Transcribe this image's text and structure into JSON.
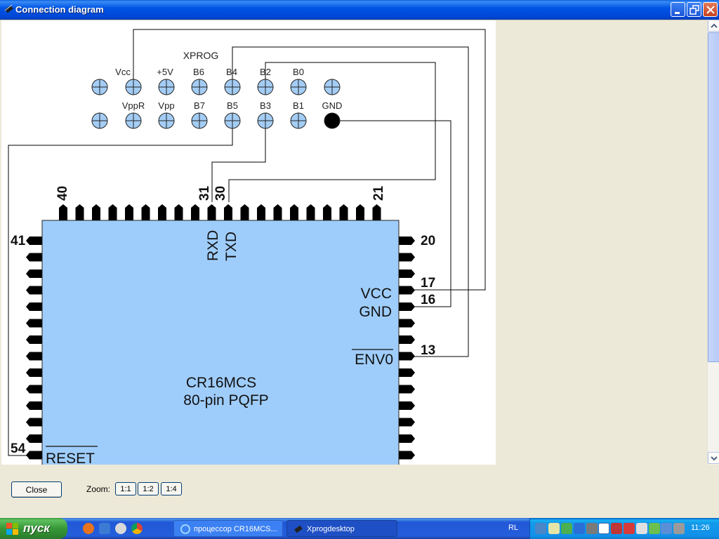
{
  "window": {
    "title": "Connection diagram",
    "icon": "chip-icon"
  },
  "diagram": {
    "connector_title": "XPROG",
    "top_row_labels": [
      "Vcc",
      "+5V",
      "B6",
      "B4",
      "B2",
      "B0"
    ],
    "bottom_row_labels": [
      "VppR",
      "Vpp",
      "B7",
      "B5",
      "B3",
      "B1",
      "GND"
    ],
    "chip_name": "CR16MCS",
    "chip_package": "80-pin PQFP",
    "top_pin_numbers": [
      "40",
      "31",
      "30",
      "21"
    ],
    "side_pin_numbers": [
      "41",
      "54",
      "20",
      "17",
      "16",
      "13"
    ],
    "pin_functions": [
      "RXD",
      "TXD",
      "VCC",
      "GND",
      "ENV0",
      "RESET"
    ]
  },
  "controls": {
    "close_label": "Close",
    "zoom_label": "Zoom:",
    "zoom_options": [
      "1:1",
      "1:2",
      "1:4"
    ]
  },
  "taskbar": {
    "start_label": "пуск",
    "tasks": [
      "процессор CR16MCS...",
      "Xprogdesktop"
    ],
    "language": "RL",
    "clock": "11:26"
  },
  "colors": {
    "chip_fill": "#9fcdfb",
    "pad_fill": "#a4cdf5",
    "title_blue": "#0055e5",
    "start_green": "#379737"
  }
}
